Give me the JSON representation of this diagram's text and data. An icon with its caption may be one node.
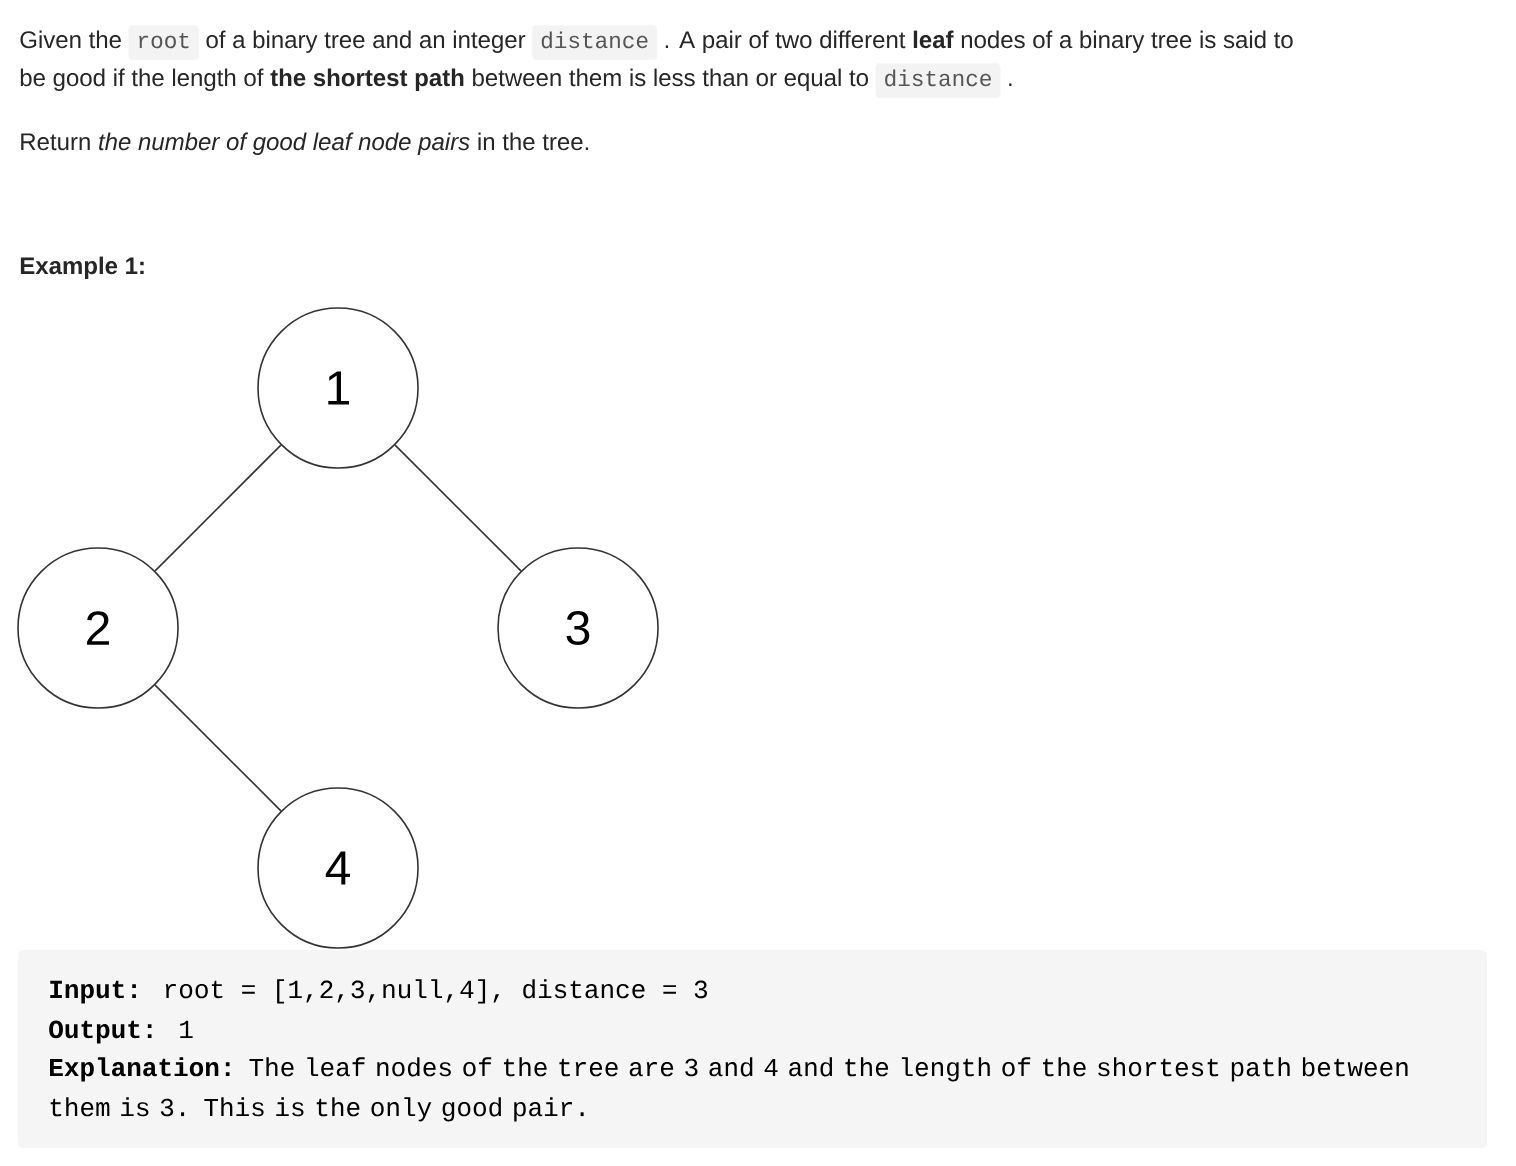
{
  "diagram": {
    "nodes": [
      {
        "text": [
          "1"
        ]
      },
      {
        "text": [
          "2"
        ]
      },
      {
        "text": [
          "3"
        ]
      },
      {
        "text": [
          "4"
        ]
      }
    ],
    "edges": [
      {
        "from": 0,
        "to": 1,
        "arrow": "none"
      },
      {
        "from": 0,
        "to": 2,
        "arrow": "none"
      },
      {
        "from": 1,
        "to": 3,
        "arrow": "none"
      }
    ],
    "labels": [
      "Given the",
      "root",
      "of a binary tree and an integer",
      "distance",
      ". A pair of two different **leaf** nodes of a binary tree is said to",
      "be good if the length of **the shortest path** between them is less than or equal to",
      "distance",
      ".",
      "Return *the number of good leaf node pairs* in the tree.",
      "Example 1:",
      "**Input:** root = [1,2,3,null,4], distance = 3",
      "**Output:** 1",
      "**Explanation:** The leaf nodes of the tree are 3 and 4 and the length of the shortest path between them is 3. This is the only good pair."
    ]
  }
}
